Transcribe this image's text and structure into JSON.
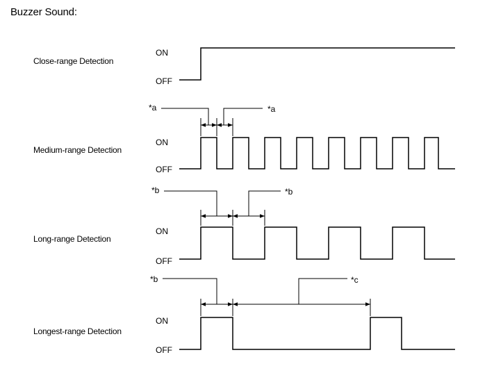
{
  "title": "Buzzer Sound:",
  "rows": [
    {
      "label": "Close-range Detection",
      "on": "ON",
      "off": "OFF"
    },
    {
      "label": "Medium-range Detection",
      "on": "ON",
      "off": "OFF"
    },
    {
      "label": "Long-range Detection",
      "on": "ON",
      "off": "OFF"
    },
    {
      "label": "Longest-range Detection",
      "on": "ON",
      "off": "OFF"
    }
  ],
  "notes": {
    "a": "*a",
    "b": "*b",
    "c": "*c"
  }
}
